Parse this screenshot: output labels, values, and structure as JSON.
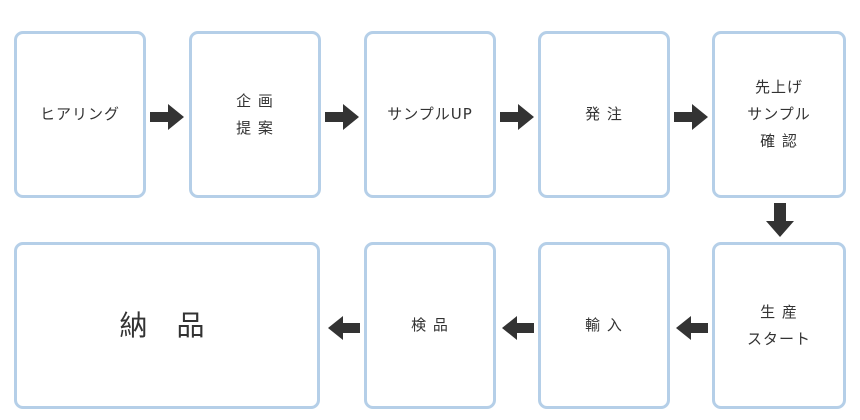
{
  "steps": [
    {
      "id": "hearing",
      "lines": [
        "ヒアリング"
      ]
    },
    {
      "id": "planning-proposal",
      "lines": [
        "企 画",
        "提 案"
      ]
    },
    {
      "id": "sample-up",
      "lines": [
        "サンプルUP"
      ]
    },
    {
      "id": "order",
      "lines": [
        "発 注"
      ]
    },
    {
      "id": "pre-production-sample-check",
      "lines": [
        "先上げ",
        "サンプル",
        "確 認"
      ]
    },
    {
      "id": "production-start",
      "lines": [
        "生 産",
        "スタート"
      ]
    },
    {
      "id": "import",
      "lines": [
        "輸 入"
      ]
    },
    {
      "id": "inspection",
      "lines": [
        "検 品"
      ]
    },
    {
      "id": "delivery",
      "lines": [
        "納 品"
      ]
    }
  ],
  "colors": {
    "box_border": "#b5cfe8",
    "arrow": "#333333",
    "text": "#333333"
  }
}
